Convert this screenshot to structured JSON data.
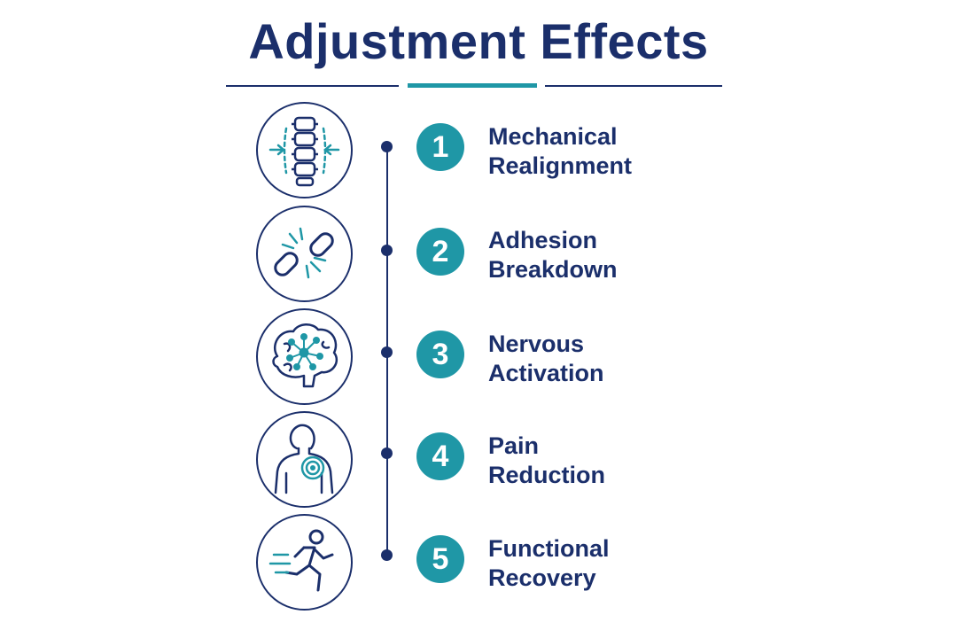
{
  "title": "Adjustment Effects",
  "colors": {
    "navy": "#1b2f6b",
    "teal": "#1f97a6"
  },
  "steps": [
    {
      "number": "1",
      "line1": "Mechanical",
      "line2": "Realignment",
      "icon": "spine-icon"
    },
    {
      "number": "2",
      "line1": "Adhesion",
      "line2": "Breakdown",
      "icon": "broken-chain-icon"
    },
    {
      "number": "3",
      "line1": "Nervous",
      "line2": "Activation",
      "icon": "brain-network-icon"
    },
    {
      "number": "4",
      "line1": "Pain",
      "line2": "Reduction",
      "icon": "body-target-icon"
    },
    {
      "number": "5",
      "line1": "Functional",
      "line2": "Recovery",
      "icon": "running-person-icon"
    }
  ]
}
